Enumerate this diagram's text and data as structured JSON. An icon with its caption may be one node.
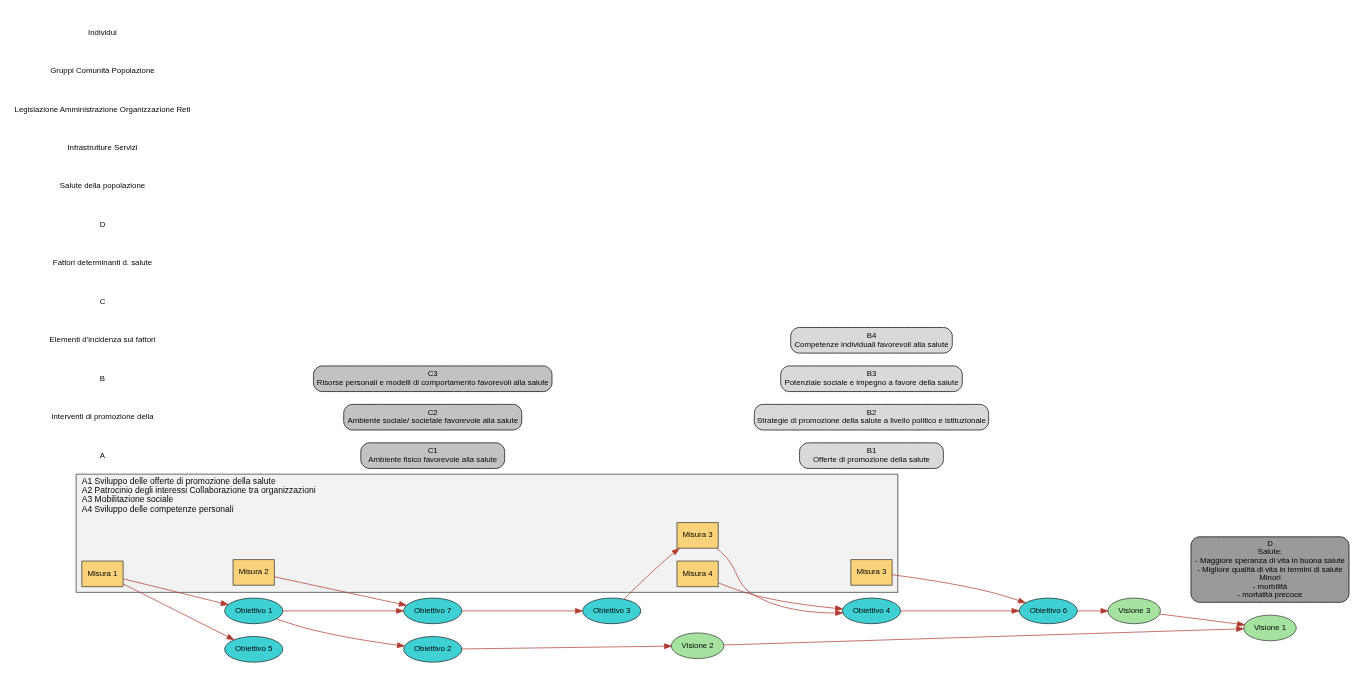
{
  "diagram": {
    "nodes": [
      {
        "text": [
          "A1 Sviluppo delle offerte di promozione della salute",
          "A2 Patrocinio degli interessi Collaborazione tra organizzazioni",
          "A3 Mobilitazione sociale",
          "A4 Sviluppo delle competenze personali"
        ]
      },
      {
        "text": [
          "Misura 2"
        ],
        "in": 0
      },
      {
        "text": [
          "Misura 3"
        ],
        "in": 0
      },
      {
        "text": [
          "Misura 1"
        ],
        "in": 0
      },
      {
        "text": [
          "Misura 4"
        ],
        "in": 0
      },
      {
        "text": [
          "Misura 3"
        ],
        "in": 0
      },
      {
        "text": [
          "B1",
          "Offerte di promozione della salute"
        ]
      },
      {
        "text": [
          "Obiettivo 3"
        ]
      },
      {
        "text": [
          "Obiettivo 7"
        ]
      },
      {
        "text": [
          "B2",
          "Strategie di promozione della salute a livello politico e istituzionale"
        ]
      },
      {
        "text": [
          "Obiettivo 1"
        ]
      },
      {
        "text": [
          "Obiettivo 5"
        ]
      },
      {
        "text": [
          "B3",
          "Potenziale sociale e impegno a favore della salute"
        ]
      },
      {
        "text": [
          "Obiettivo 4"
        ]
      },
      {
        "text": [
          "B4",
          "Competenze individuali favorevoli alla salute"
        ]
      },
      {
        "text": [
          "Obiettivo 6"
        ]
      },
      {
        "text": [
          "C1",
          "Ambiente fisico favorevole alla salute"
        ]
      },
      {
        "text": [
          "C2",
          "Ambiente sociale/ societale favorevole alla salute"
        ]
      },
      {
        "text": [
          "C3",
          "Risorse personali e modelli di comportamento favorevoli alla salute"
        ]
      },
      {
        "text": [
          "Obiettivo 2"
        ]
      },
      {
        "text": [
          "Visione 1"
        ]
      },
      {
        "text": [
          "Visione 2"
        ]
      },
      {
        "text": [
          "Visione 3"
        ]
      },
      {
        "text": [
          "D",
          "Salute:",
          "- Maggiore speranza di vita in buona salute",
          "- Migliore qualità di vita in termini di salute",
          "Minori",
          "- morbilità",
          "- mortalità precoce"
        ]
      }
    ],
    "edges": [
      {
        "from": 1,
        "to": 8,
        "arrow": "to"
      },
      {
        "from": 7,
        "to": 2,
        "arrow": "to"
      },
      {
        "from": 8,
        "to": 7,
        "arrow": "to"
      },
      {
        "from": 10,
        "to": 8,
        "arrow": "to"
      },
      {
        "from": 3,
        "to": 10,
        "arrow": "to"
      },
      {
        "from": 3,
        "to": 11,
        "arrow": "to"
      },
      {
        "from": 2,
        "to": 13,
        "arrow": "to"
      },
      {
        "from": 10,
        "to": 19,
        "arrow": "to"
      },
      {
        "from": 4,
        "to": 13,
        "arrow": "to"
      },
      {
        "from": 13,
        "to": 15,
        "arrow": "to"
      },
      {
        "from": 5,
        "to": 15,
        "arrow": "to"
      },
      {
        "from": 15,
        "to": 22,
        "arrow": "to"
      },
      {
        "from": 19,
        "to": 21,
        "arrow": "to"
      },
      {
        "from": 22,
        "to": 20,
        "arrow": "to"
      },
      {
        "from": 21,
        "to": 20,
        "arrow": "to"
      }
    ],
    "labels": [
      "A",
      "Interventi di promozione della",
      "B",
      "Elementi d’incidenza sui fattori",
      "C",
      "Fattori determinanti d. salute",
      "D",
      "Salute della popolazione",
      "Infrastrutture Servizi",
      "Legislazione Amministrazione Organizzazione Reti",
      "Gruppi Comunità Popolazione",
      "Individui"
    ]
  }
}
